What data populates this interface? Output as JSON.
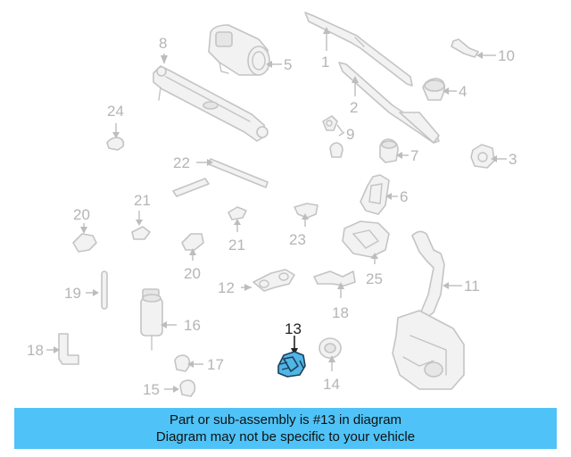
{
  "callouts": {
    "c1": "1",
    "c2": "2",
    "c3": "3",
    "c4": "4",
    "c5": "5",
    "c6": "6",
    "c7": "7",
    "c8": "8",
    "c9": "9",
    "c10": "10",
    "c11": "11",
    "c12": "12",
    "c13": "13",
    "c14": "14",
    "c15": "15",
    "c16": "16",
    "c17": "17",
    "c18a": "18",
    "c18b": "18",
    "c19": "19",
    "c20a": "20",
    "c20b": "20",
    "c21a": "21",
    "c21b": "21",
    "c22": "22",
    "c23": "23",
    "c24": "24",
    "c25": "25"
  },
  "highlighted_part": "13",
  "colors": {
    "highlight": "#4fb6e6",
    "banner": "#4fc3f7",
    "part_outline": "#c4c4c4"
  },
  "banner": {
    "line1": "Part or sub-assembly is #13 in diagram",
    "line2": "Diagram may not be specific to your vehicle"
  }
}
